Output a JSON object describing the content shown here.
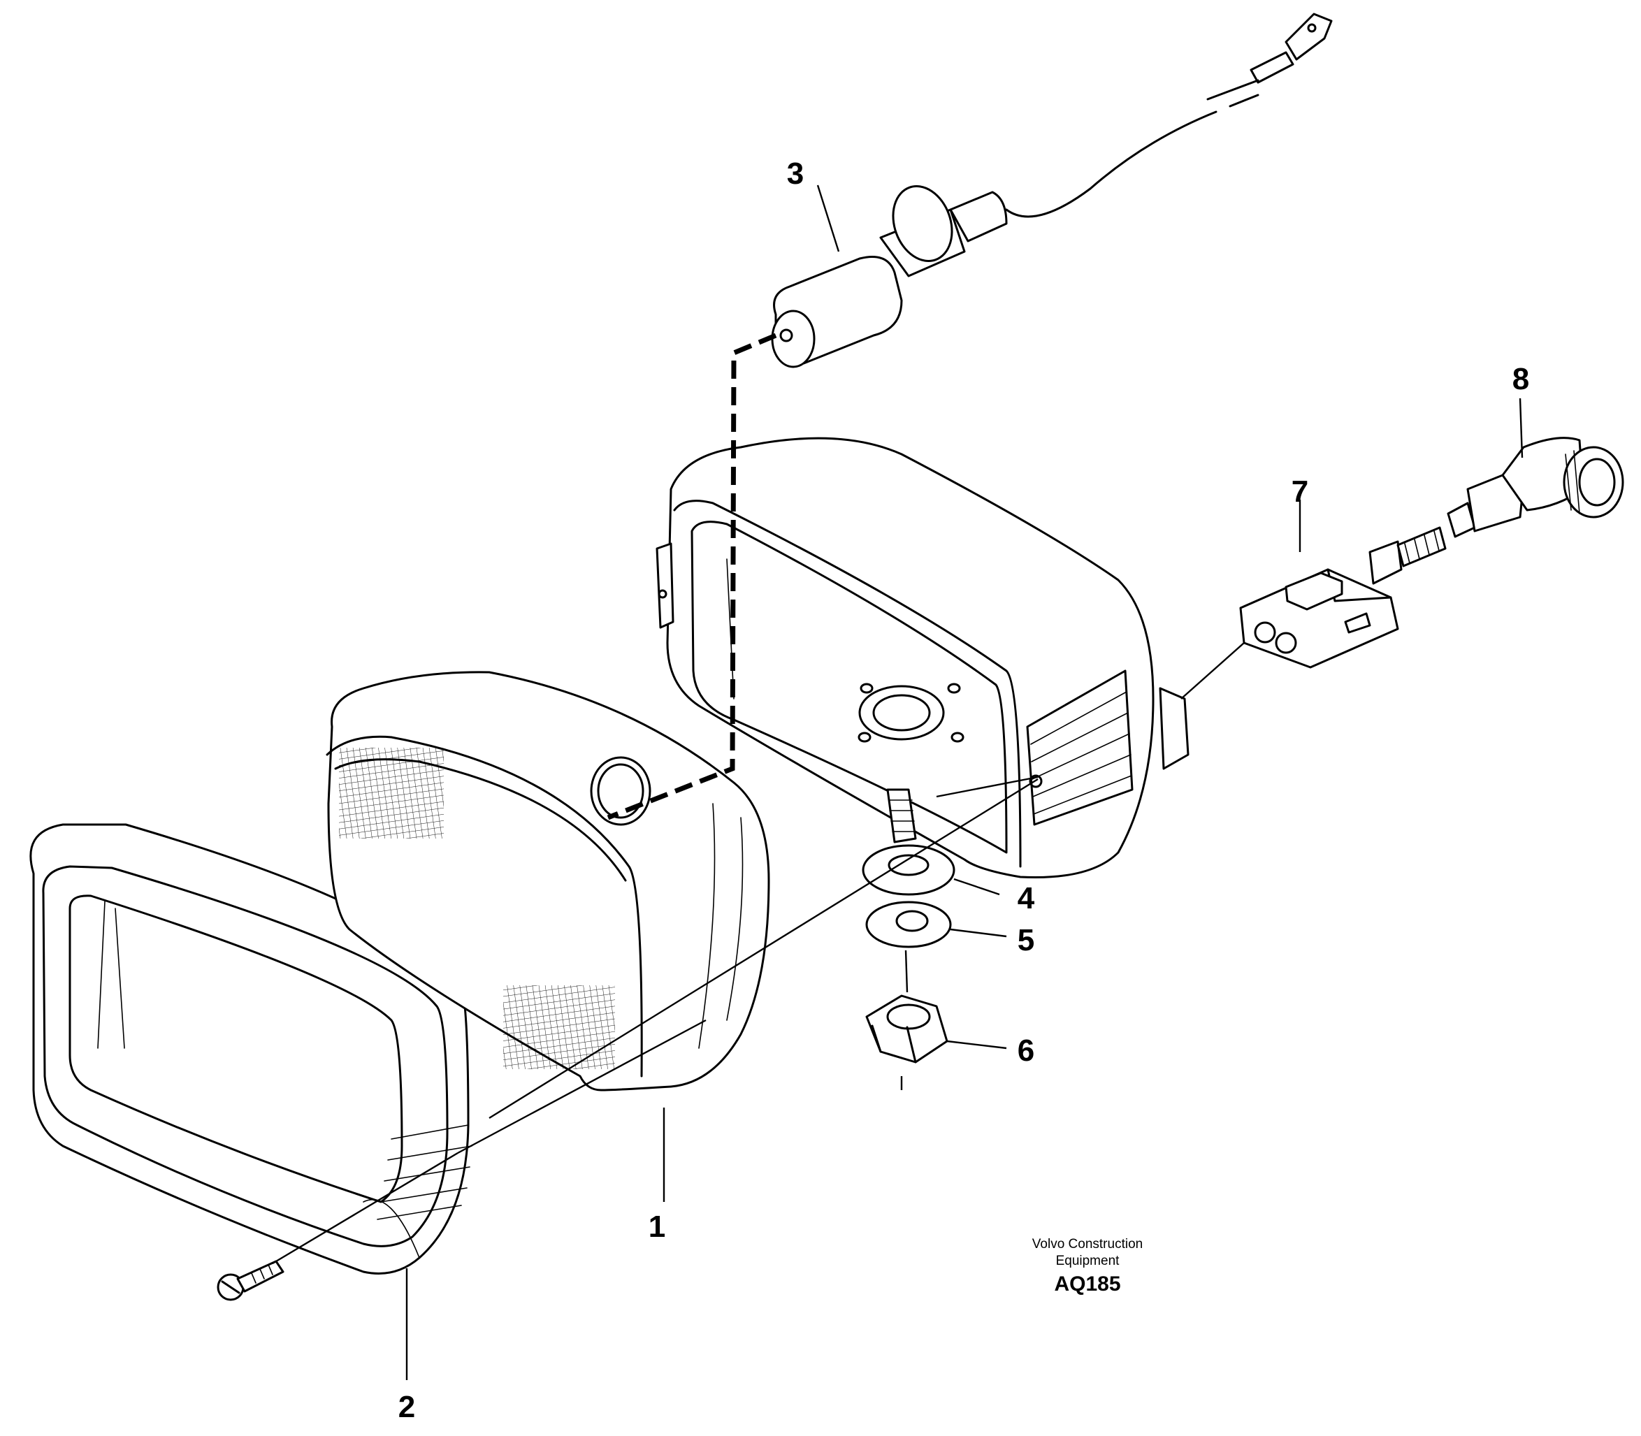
{
  "callouts": {
    "c1": "1",
    "c2": "2",
    "c3": "3",
    "c4": "4",
    "c5": "5",
    "c6": "6",
    "c7": "7",
    "c8": "8"
  },
  "credit": {
    "line1": "Volvo Construction",
    "line2": "Equipment",
    "code": "AQ185"
  },
  "colors": {
    "ink": "#000000",
    "paper": "#ffffff"
  }
}
